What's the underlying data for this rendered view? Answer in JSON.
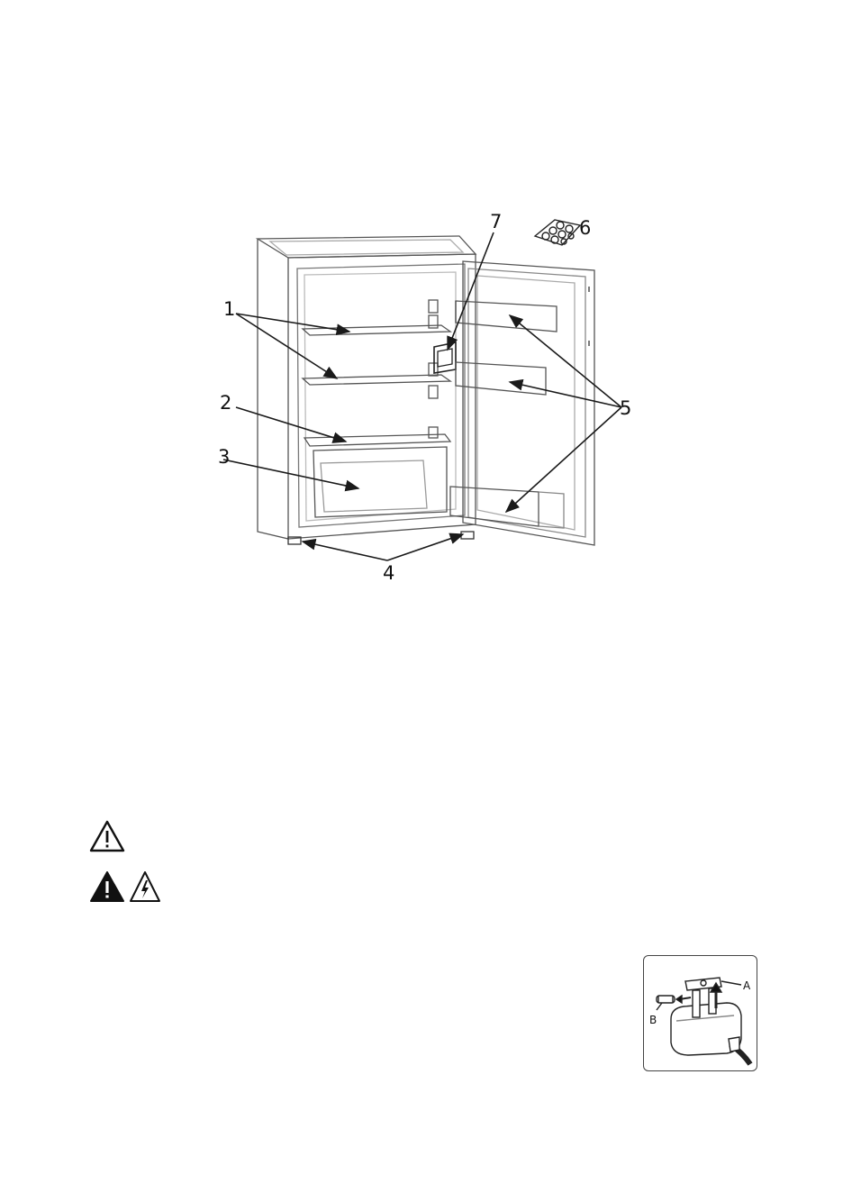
{
  "diagram": {
    "callouts": [
      {
        "id": "1",
        "label": "1"
      },
      {
        "id": "2",
        "label": "2"
      },
      {
        "id": "3",
        "label": "3"
      },
      {
        "id": "4",
        "label": "4"
      },
      {
        "id": "5",
        "label": "5"
      },
      {
        "id": "6",
        "label": "6"
      },
      {
        "id": "7",
        "label": "7"
      }
    ]
  },
  "icons": {
    "warning": "warning-triangle-icon",
    "danger": "danger-triangle-icon",
    "electric": "electric-shock-icon"
  },
  "plug_figure": {
    "label_a": "A",
    "label_b": "B"
  },
  "colors": {
    "line": "#1a1a1a",
    "light_line": "#9a9a9a"
  }
}
